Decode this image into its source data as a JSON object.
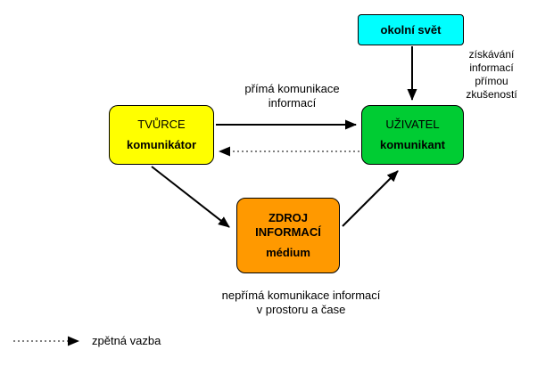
{
  "boxes": {
    "okolni_svet": {
      "label": "okolní svět",
      "color": "#00FFFF"
    },
    "tvurce": {
      "title": "TVŮRCE",
      "subtitle": "komunikátor",
      "color": "#FFFF00"
    },
    "uzivatel": {
      "title": "UŽIVATEL",
      "subtitle": "komunikant",
      "color": "#00CC33"
    },
    "zdroj_informaci": {
      "title": "ZDROJ\nINFORMACÍ",
      "subtitle": "médium",
      "color": "#FF9900"
    }
  },
  "labels": {
    "prima_komunikace": "přímá komunikace\ninformací",
    "ziskavani_informaci": "získávání\ninformací\npřímou\nzkušeností",
    "neprima_komunikace": "nepřímá komunikace informací\nv prostoru a čase",
    "zpetna_vazba": "zpětná vazba"
  },
  "arrow_color": "#000000"
}
